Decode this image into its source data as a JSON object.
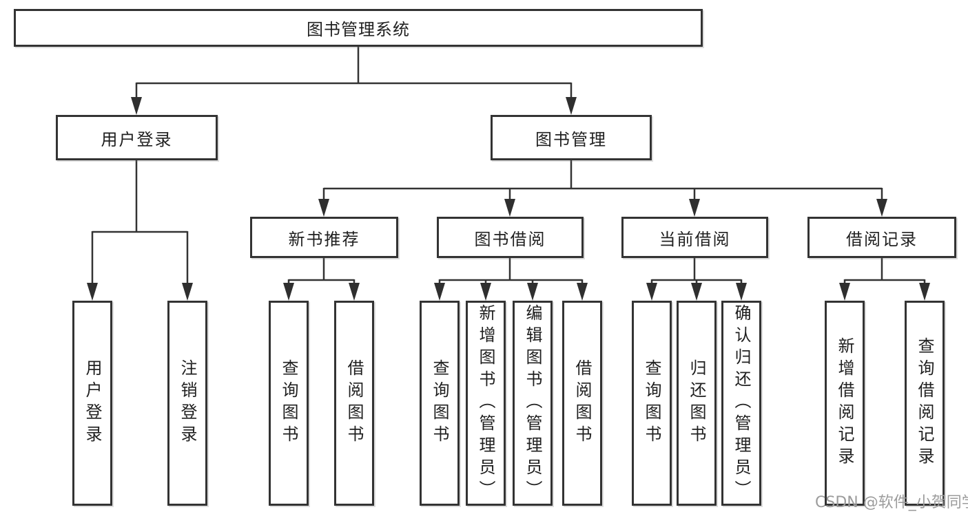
{
  "diagram": {
    "title": "图书管理系统",
    "root": {
      "label": "图书管理系统"
    },
    "branches": [
      {
        "label": "用户登录",
        "children": [
          {
            "label": "用户登录"
          },
          {
            "label": "注销登录"
          }
        ]
      },
      {
        "label": "图书管理",
        "children": [
          {
            "label": "新书推荐",
            "children": [
              {
                "label": "查询图书"
              },
              {
                "label": "借阅图书"
              }
            ]
          },
          {
            "label": "图书借阅",
            "children": [
              {
                "label": "查询图书"
              },
              {
                "label": "新增图书（管理员）"
              },
              {
                "label": "编辑图书（管理员）"
              },
              {
                "label": "借阅图书"
              }
            ]
          },
          {
            "label": "当前借阅",
            "children": [
              {
                "label": "查询图书"
              },
              {
                "label": "归还图书"
              },
              {
                "label": "确认归还（管理员）"
              }
            ]
          },
          {
            "label": "借阅记录",
            "children": [
              {
                "label": "新增借阅记录"
              },
              {
                "label": "查询借阅记录"
              }
            ]
          }
        ]
      }
    ]
  },
  "watermark": {
    "text": "CSDN @软件_小贺同学"
  },
  "colors": {
    "line": "#333333",
    "border": "#333333",
    "text": "#1f1f1f",
    "watermark": "#9c9c9c",
    "background": "#ffffff"
  }
}
